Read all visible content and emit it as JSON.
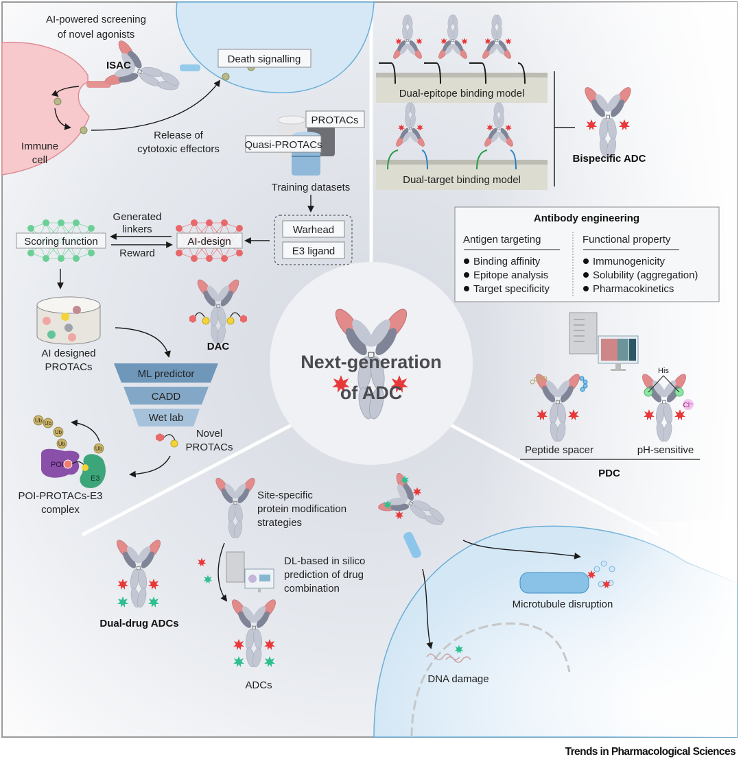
{
  "figure": {
    "center_title": [
      "Next-generation",
      "of ADC"
    ],
    "caption": "Trends in Pharmacological Sciences",
    "colors": {
      "background": "#e6e9ee",
      "immune_cell": "#f7c9cc",
      "immune_cell_stroke": "#e08c93",
      "tumor_cell": "#d6e8f5",
      "tumor_cell_stroke": "#6aaed6",
      "antibody_heavy": "#c3c7d3",
      "antibody_dark": "#7f8597",
      "antibody_tip": "#e38a8a",
      "payload_red": "#e8393a",
      "payload_green": "#2fbf8f",
      "linker_yellow": "#f2d43a",
      "nn_green": "#6ccf97",
      "nn_red": "#e8676a",
      "funnel": "#6f97ba",
      "poi_purple": "#8a4fa8",
      "e3_green": "#3da57a",
      "ub_tan": "#c9b46c"
    }
  },
  "isac": {
    "title": "ISAC",
    "screening": [
      "AI-powered screening",
      "of novel agonists"
    ],
    "death_signalling": "Death signalling",
    "release": [
      "Release of",
      "cytotoxic effectors"
    ],
    "immune_cell": [
      "Immune",
      "cell"
    ]
  },
  "protac": {
    "db_labels": [
      "PROTACs",
      "Quasi-PROTACs"
    ],
    "training": "Training datasets",
    "warhead": "Warhead",
    "e3_ligand": "E3 ligand",
    "ai_design": "AI-design",
    "scoring": "Scoring function",
    "generated": [
      "Generated",
      "linkers"
    ],
    "reward": "Reward",
    "ai_designed": [
      "AI designed",
      "PROTACs"
    ],
    "funnel": [
      "ML predictor",
      "CADD",
      "Wet lab"
    ],
    "novel": [
      "Novel",
      "PROTACs"
    ],
    "complex": [
      "POI-PROTACs-E3",
      "complex"
    ],
    "ub": "Ub",
    "poi": "POI",
    "e3": "E3",
    "dac": "DAC"
  },
  "bispecific": {
    "dual_epitope": "Dual-epitope binding model",
    "dual_target": "Dual-target binding model",
    "title": "Bispecific ADC"
  },
  "engineering": {
    "title": "Antibody engineering",
    "left_header": "Antigen targeting",
    "left_items": [
      "Binding affinity",
      "Epitope analysis",
      "Target specificity"
    ],
    "right_header": "Functional property",
    "right_items": [
      "Immunogenicity",
      "Solubility (aggregation)",
      "Pharmacokinetics"
    ]
  },
  "pdc": {
    "peptide": "Peptide spacer",
    "ph": "pH-sensitive",
    "his": "His",
    "cl": "Cl⁻",
    "title": "PDC"
  },
  "dual_drug": {
    "site_specific": [
      "Site-specific",
      "protein modification",
      "strategies"
    ],
    "dl_based": [
      "DL-based in silico",
      "prediction of drug",
      "combination"
    ],
    "title": "Dual-drug ADCs",
    "adcs": "ADCs",
    "microtubule": "Microtubule disruption",
    "dna": "DNA damage"
  }
}
